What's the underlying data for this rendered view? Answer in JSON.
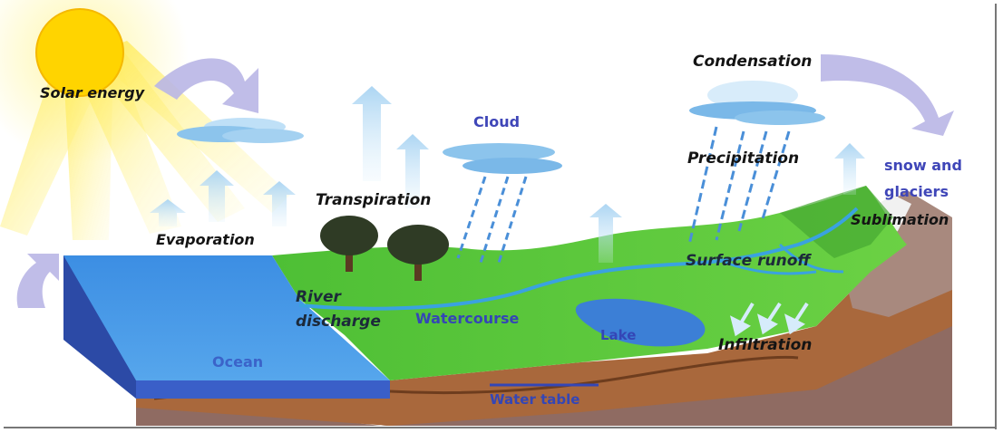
{
  "labels": {
    "solar_energy": "Solar energy",
    "condensation": "Condensation",
    "cloud": "Cloud",
    "precipitation": "Precipitation",
    "snow_and_glaciers_line1": "snow and",
    "snow_and_glaciers_line2": "glaciers",
    "sublimation": "Sublimation",
    "transpiration": "Transpiration",
    "evaporation": "Evaporation",
    "surface_runoff": "Surface runoff",
    "river_discharge_line1": "River",
    "river_discharge_line2": "discharge",
    "watercourse": "Watercourse",
    "lake": "Lake",
    "infiltration": "Infiltration",
    "ocean": "Ocean",
    "water_table": "Water table"
  },
  "colors": {
    "ocean": "#3f8fe0",
    "land": "#5cc83a",
    "soil": "#a9683c",
    "rock": "#9a7e78",
    "sun": "#ffd400",
    "cycle_arrow": "#b9b6e6",
    "vapor_arrow": "#b7dbf3",
    "rain": "#4a8fd8"
  }
}
